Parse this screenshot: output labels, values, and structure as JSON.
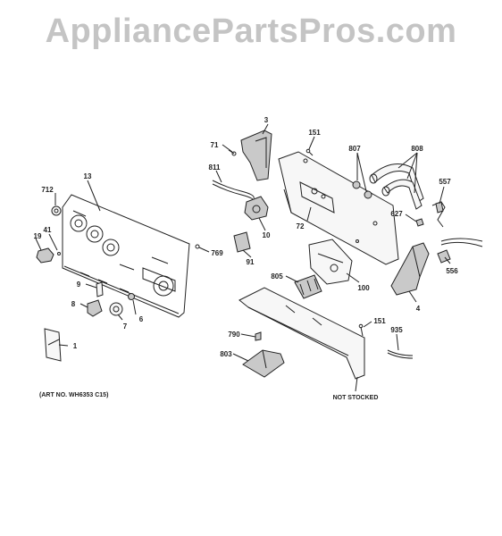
{
  "watermark": {
    "text": "AppliancePartsPros.com",
    "color": "#c4c4c4"
  },
  "diagram": {
    "ink": "#222222",
    "fill": "#f7f7f7",
    "shade": "#c9c9c9",
    "art_number": "(ART NO. WH6353 C15)",
    "not_stocked_note": "NOT STOCKED",
    "callouts": {
      "c3": "3",
      "c151a": "151",
      "c807": "807",
      "c808": "808",
      "c71": "71",
      "c811": "811",
      "c13": "13",
      "c712": "712",
      "c557": "557",
      "c41": "41",
      "c19": "19",
      "c627": "627",
      "c72": "72",
      "c10": "10",
      "c769": "769",
      "c91": "91",
      "c556": "556",
      "c805": "805",
      "c100": "100",
      "c9": "9",
      "c8": "8",
      "c6": "6",
      "c7": "7",
      "c4": "4",
      "c151b": "151",
      "c790": "790",
      "c935": "935",
      "c1": "1",
      "c803": "803"
    }
  }
}
